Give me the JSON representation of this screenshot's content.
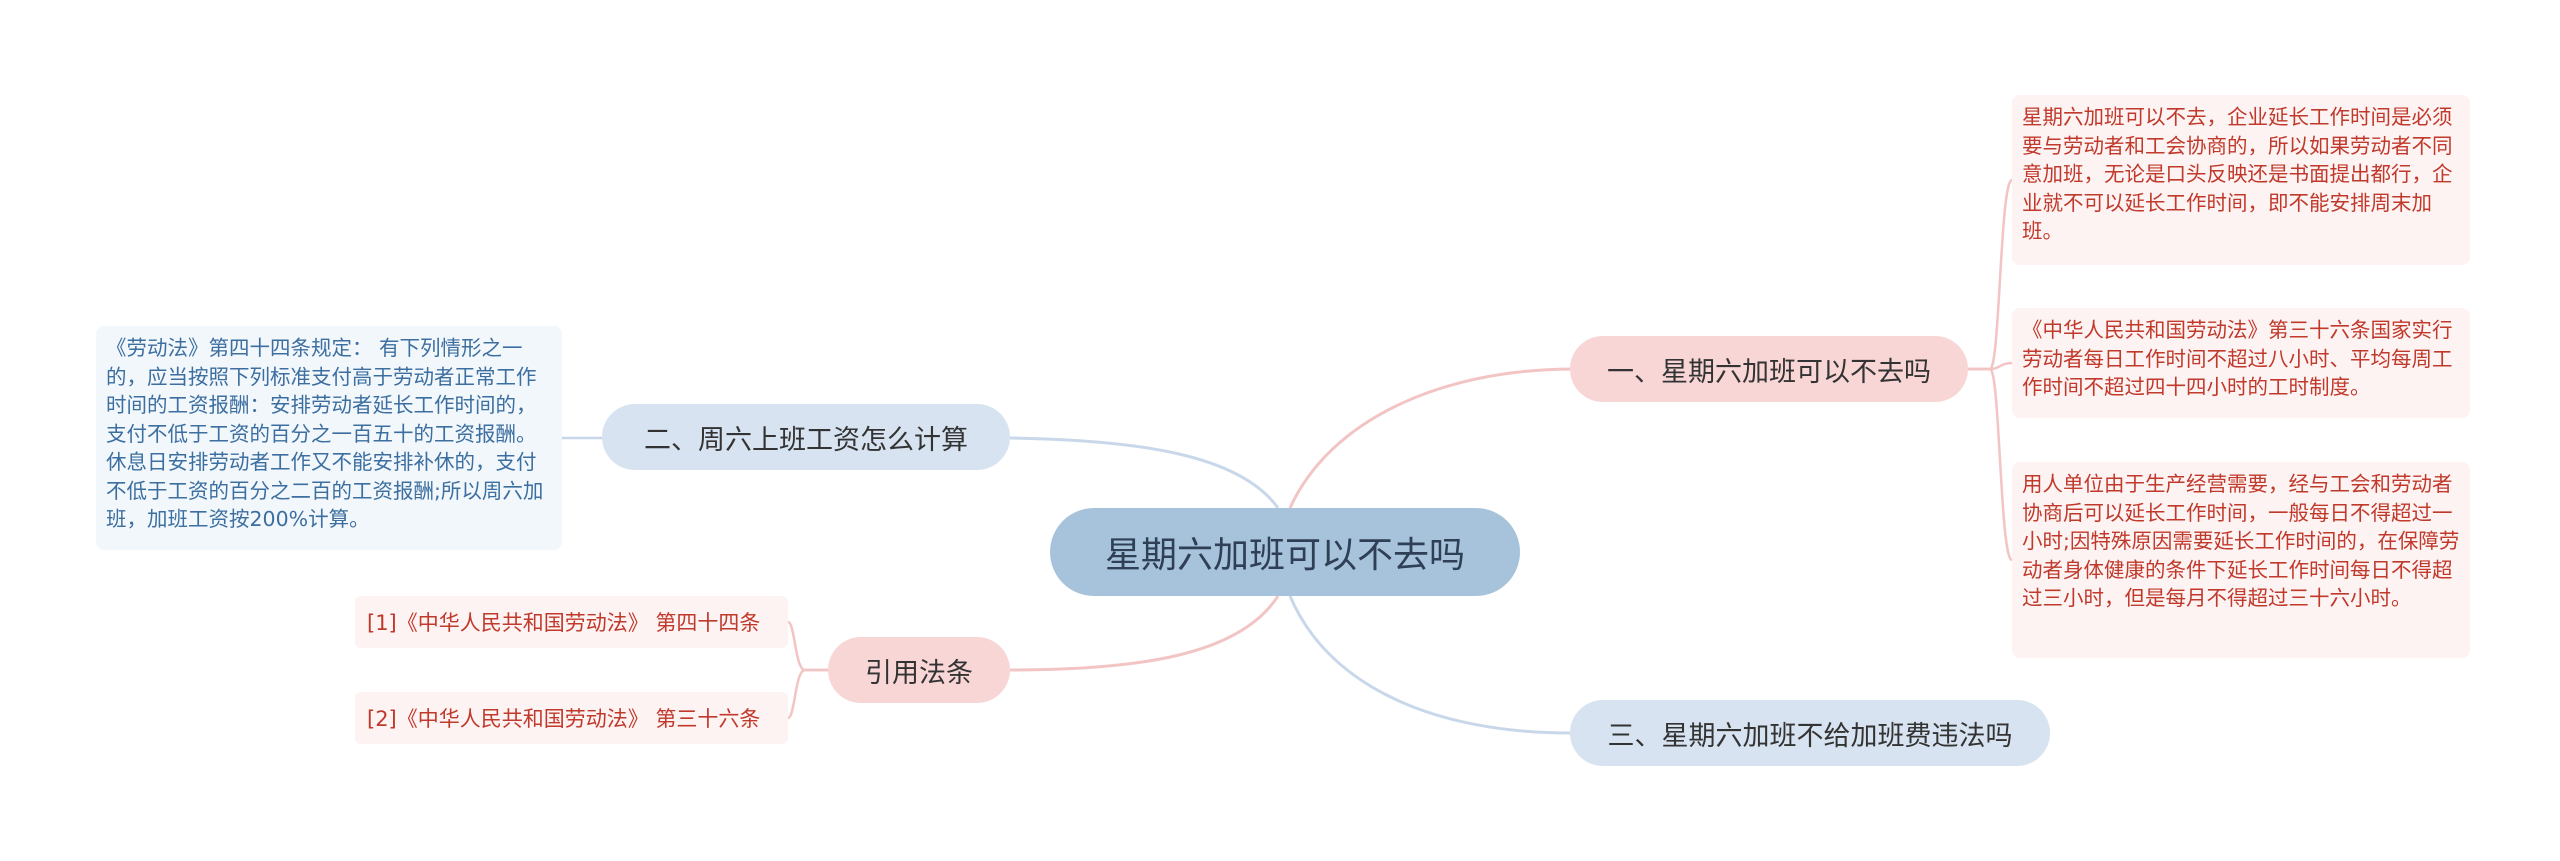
{
  "root": {
    "label": "星期六加班可以不去吗"
  },
  "branches": {
    "b1": {
      "label": "一、星期六加班可以不去吗",
      "details": [
        "星期六加班可以不去，企业延长工作时间是必须要与劳动者和工会协商的，所以如果劳动者不同意加班，无论是口头反映还是书面提出都行，企业就不可以延长工作时间，即不能安排周末加班。",
        "《中华人民共和国劳动法》第三十六条国家实行劳动者每日工作时间不超过八小时、平均每周工作时间不超过四十四小时的工时制度。",
        "用人单位由于生产经营需要，经与工会和劳动者协商后可以延长工作时间，一般每日不得超过一小时;因特殊原因需要延长工作时间的，在保障劳动者身体健康的条件下延长工作时间每日不得超过三小时，但是每月不得超过三十六小时。"
      ]
    },
    "b2": {
      "label": "二、周六上班工资怎么计算",
      "detail": "《劳动法》第四十四条规定： 有下列情形之一的，应当按照下列标准支付高于劳动者正常工作时间的工资报酬：安排劳动者延长工作时间的，支付不低于工资的百分之一百五十的工资报酬。休息日安排劳动者工作又不能安排补休的，支付不低于工资的百分之二百的工资报酬;所以周六加班，加班工资按200%计算。"
    },
    "b3": {
      "label": "三、星期六加班不给加班费违法吗"
    },
    "b4": {
      "label": "引用法条",
      "refs": [
        "[1]《中华人民共和国劳动法》 第四十四条",
        "[2]《中华人民共和国劳动法》 第三十六条"
      ]
    }
  },
  "colors": {
    "root_fill": "#a7c3dc",
    "pink_branch_fill": "#f8d6d6",
    "blue_branch_fill": "#d7e3f0",
    "pink_link": "#f2c4c4",
    "blue_link": "#c8d8ea",
    "pink_text": "#c0392b",
    "blue_text": "#3c6fa0"
  }
}
